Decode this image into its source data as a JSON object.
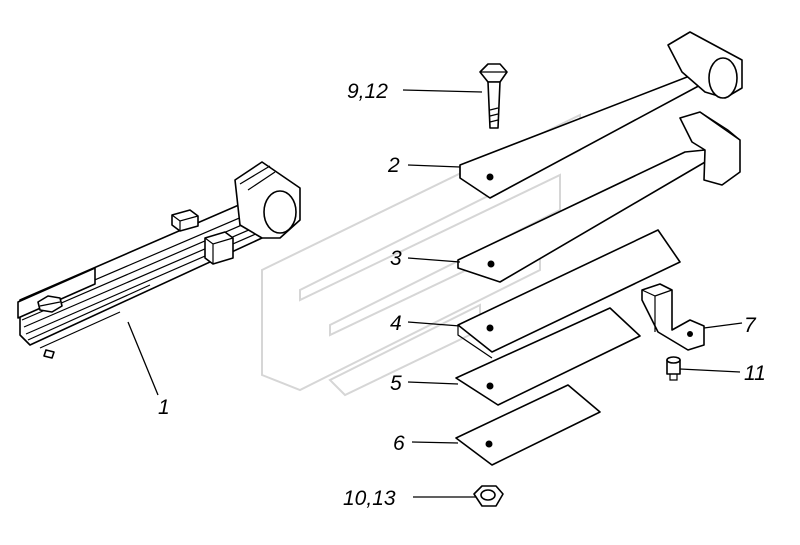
{
  "callouts": {
    "leaf_spring_assembly": "1",
    "main_leaf_top": "2",
    "leaf_3": "3",
    "leaf_4": "4",
    "leaf_5": "5",
    "leaf_6": "6",
    "clamp_bracket": "7",
    "center_bolt": "9,12",
    "nut": "10,13",
    "screw": "11"
  }
}
